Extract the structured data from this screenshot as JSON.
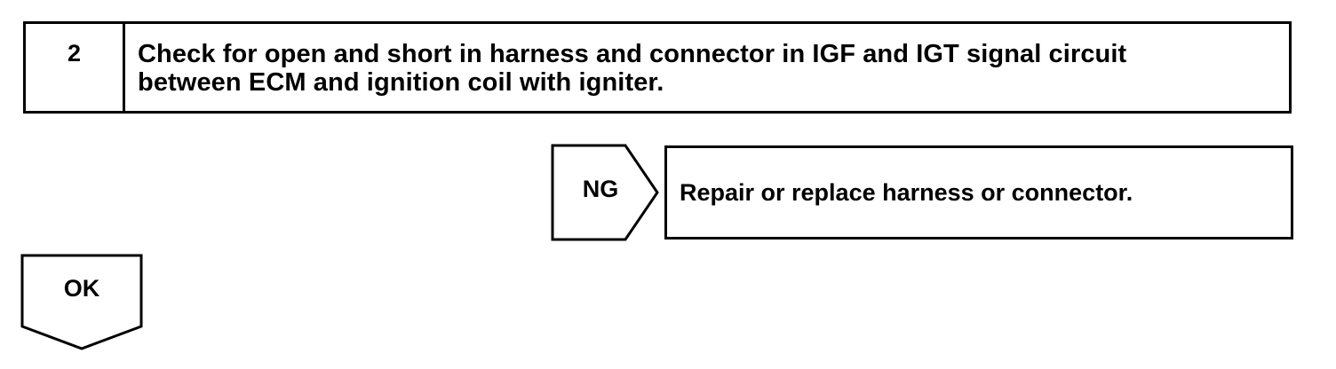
{
  "step": {
    "number": "2",
    "text_line1": "Check for open and short in harness and connector in IGF and IGT signal circuit",
    "text_line2": "between ECM and ignition coil with igniter."
  },
  "ng_branch": {
    "label": "NG",
    "action": "Repair or replace harness or connector."
  },
  "ok_branch": {
    "label": "OK"
  }
}
